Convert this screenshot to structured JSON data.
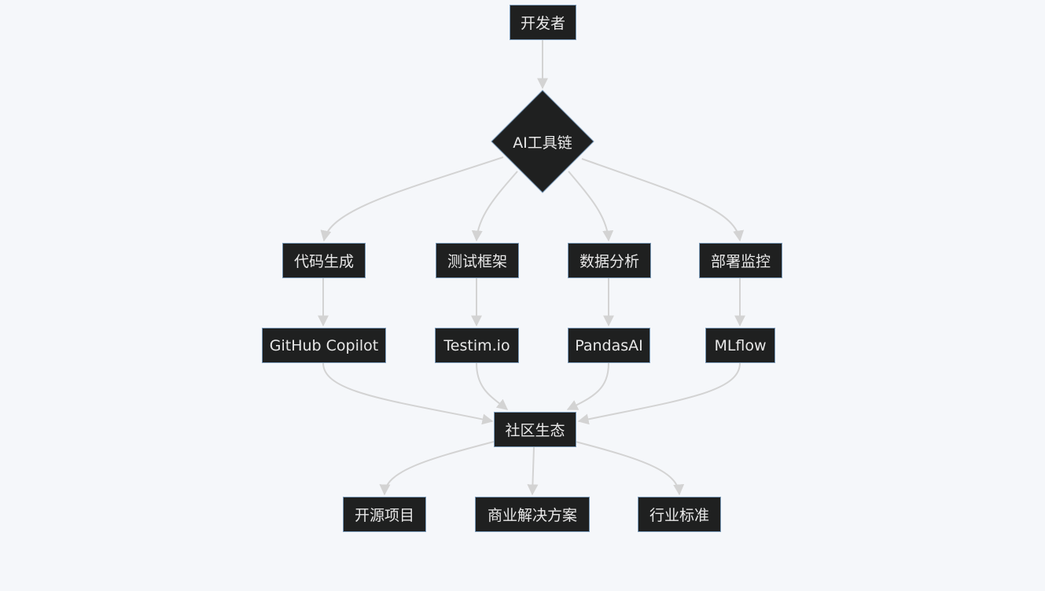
{
  "nodes": {
    "developer": "开发者",
    "toolchain": "AI工具链",
    "codegen": "代码生成",
    "testing": "测试框架",
    "analysis": "数据分析",
    "deploy": "部署监控",
    "copilot": "GitHub Copilot",
    "testim": "Testim.io",
    "pandasai": "PandasAI",
    "mlflow": "MLflow",
    "community": "社区生态",
    "opensource": "开源项目",
    "commercial": "商业解决方案",
    "standards": "行业标准"
  },
  "colors": {
    "background": "#f5f7fa",
    "node_fill": "#1f2020",
    "node_border": "#7a9ab8",
    "node_text": "#e8e8e8",
    "edge": "#d3d3d3"
  }
}
